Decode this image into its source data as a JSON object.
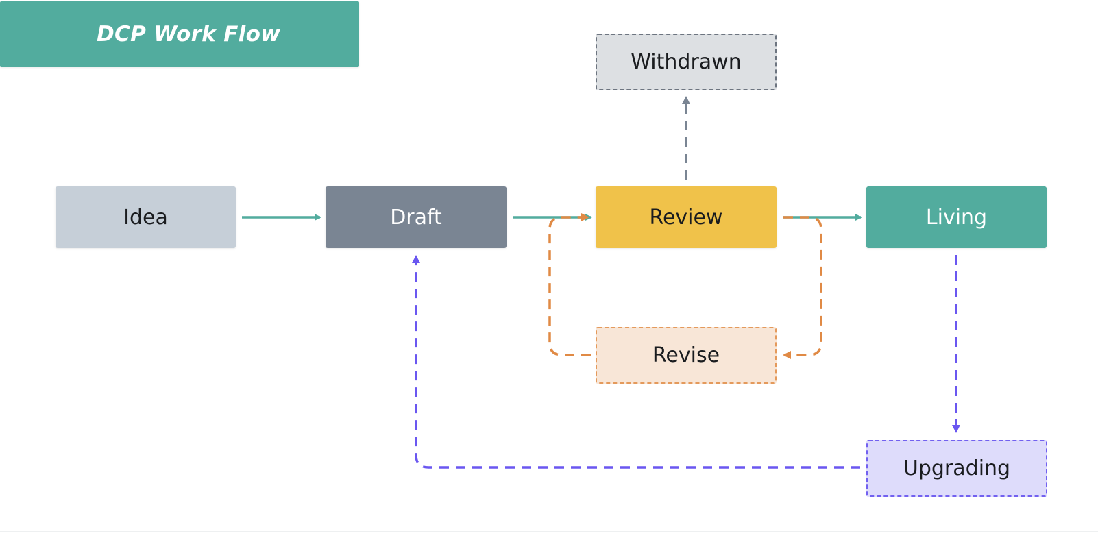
{
  "title": "DCP Work Flow",
  "nodes": {
    "idea": "Idea",
    "draft": "Draft",
    "review": "Review",
    "living": "Living",
    "withdrawn": "Withdrawn",
    "revise": "Revise",
    "upgrading": "Upgrading"
  },
  "colors": {
    "title_banner": "#52ac9e",
    "idea": "#c6cfd8",
    "draft": "#7a8593",
    "review": "#f0c24a",
    "living": "#52ac9e",
    "withdrawn": "#dde0e3",
    "revise": "#f8e6d7",
    "upgrading": "#dedcfb",
    "edge_main": "#52ac9e",
    "edge_withdraw": "#7a8593",
    "edge_revise": "#e08a45",
    "edge_upgrade": "#6a57f0"
  }
}
